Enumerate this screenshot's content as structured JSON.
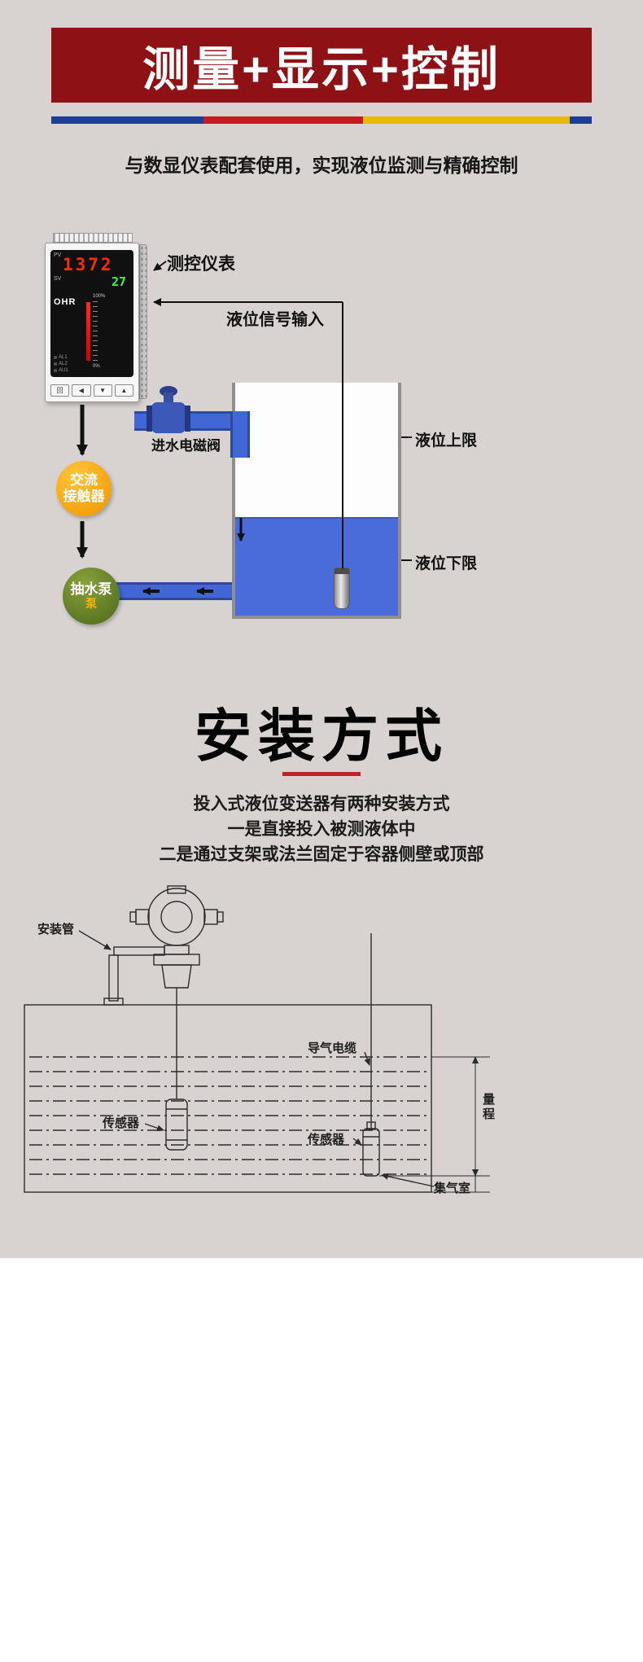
{
  "page": {
    "bg_color": "#d8d3d1",
    "footer_bg": "#ffffff"
  },
  "header": {
    "title": "测量+显示+控制",
    "banner_color": "#8e1116",
    "stripe_colors": [
      "#1d3e97",
      "#c51a20",
      "#e7bb00",
      "#1d3e97"
    ],
    "subtitle": "与数显仪表配套使用，实现液位监测与精确控制"
  },
  "system_diagram": {
    "instrument": {
      "brand": "OHR",
      "pv_label": "PV",
      "pv_value": "1372",
      "sv_label": "SV",
      "sv_value": "27",
      "bar_top_label": "100%",
      "bar_bottom_label": "0%",
      "indicators": [
        "AL1",
        "AL2",
        "AU1"
      ],
      "buttons": [
        "回",
        "◀",
        "▼",
        "▲"
      ]
    },
    "labels": {
      "instrument": "测控仪表",
      "signal_input": "液位信号输入",
      "inlet_valve": "进水电磁阀",
      "contactor_line1": "交流",
      "contactor_line2": "接触器",
      "pump": "抽水泵",
      "pump_sub": "泵",
      "upper_limit": "液位上限",
      "lower_limit": "液位下限"
    },
    "colors": {
      "liquid": "#4a6cdb",
      "pipe": "#4166d6",
      "contactor": "#f3a01a",
      "pump": "#5d7b21",
      "valve": "#3c58b8"
    }
  },
  "install_section": {
    "title": "安装方式",
    "divider_color": "#bf2126",
    "desc_lines": [
      "投入式液位变送器有两种安装方式",
      "一是直接投入被测液体中",
      "二是通过支架或法兰固定于容器侧壁或顶部"
    ],
    "drawing_labels": {
      "mount_pipe": "安装管",
      "air_cable": "导气电缆",
      "sensor_left": "传感器",
      "sensor_right": "传感器",
      "gas_chamber": "集气室",
      "range": "量程"
    }
  }
}
